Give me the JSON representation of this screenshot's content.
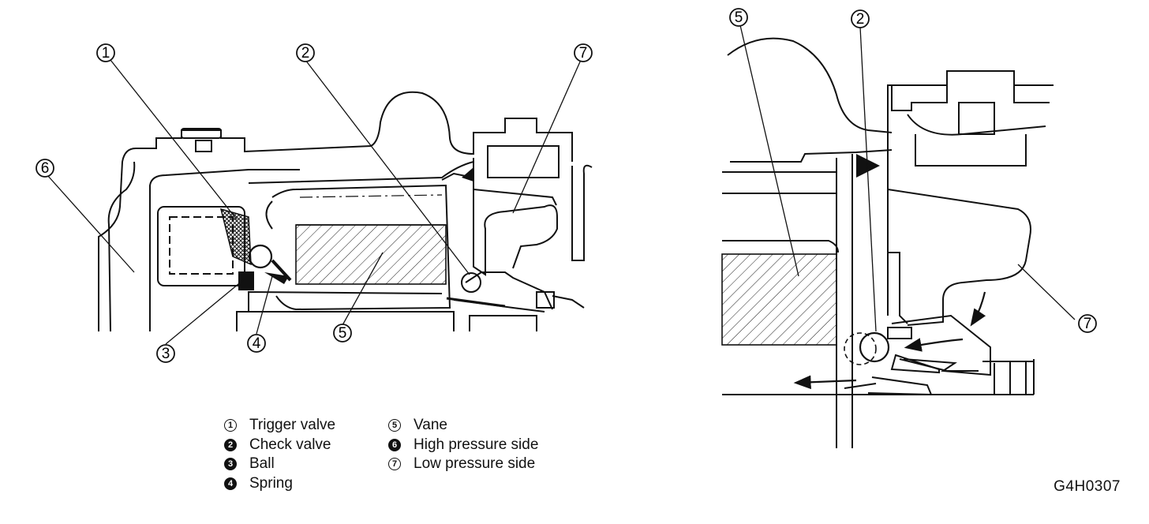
{
  "callouts": {
    "n1": "1",
    "n2": "2",
    "n3": "3",
    "n4": "4",
    "n5": "5",
    "n6": "6",
    "n7": "7"
  },
  "legend": {
    "items": [
      {
        "num": "1",
        "label": "Trigger valve"
      },
      {
        "num": "2",
        "label": "Check valve"
      },
      {
        "num": "3",
        "label": "Ball"
      },
      {
        "num": "4",
        "label": "Spring"
      },
      {
        "num": "5",
        "label": "Vane"
      },
      {
        "num": "6",
        "label": "High pressure side"
      },
      {
        "num": "7",
        "label": "Low pressure side"
      }
    ]
  },
  "figure_code": "G4H0307"
}
